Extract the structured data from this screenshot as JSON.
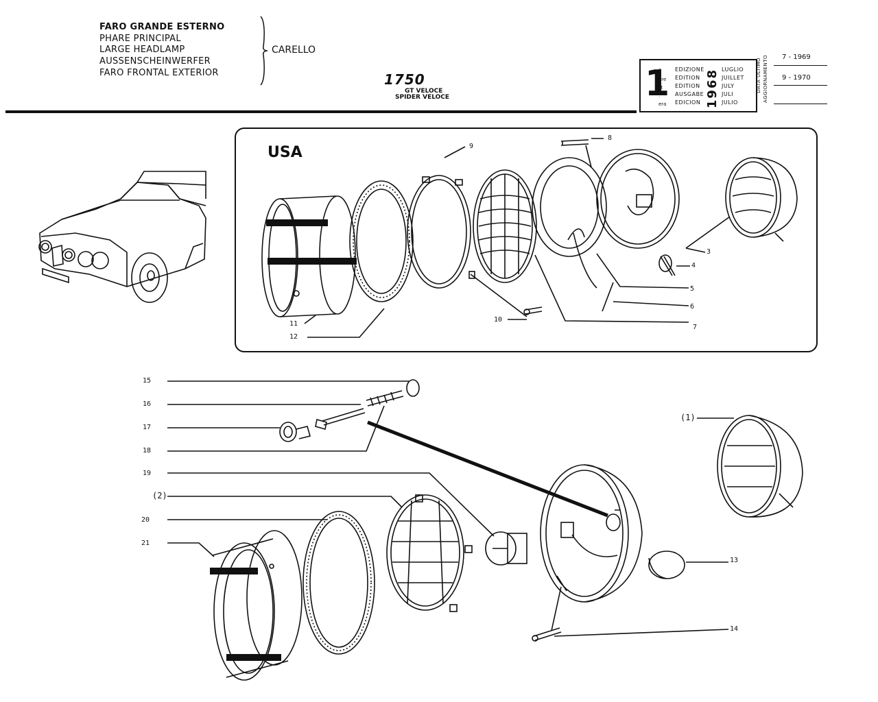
{
  "title_lines": [
    "FARO GRANDE ESTERNO",
    "PHARE PRINCIPAL",
    "LARGE HEADLAMP",
    "AUSSENSCHEINWERFER",
    "FARO FRONTAL EXTERIOR"
  ],
  "supplier": "CARELLO",
  "model": "1750",
  "model_sub": [
    "GT VELOCE",
    "SPIDER VELOCE"
  ],
  "edition": {
    "number": "1",
    "superscripts": [
      "o",
      "ere",
      "st",
      ".",
      "era"
    ],
    "words": [
      "EDIZIONE",
      "EDITION",
      "EDITION",
      "AUSGABE",
      "EDICION"
    ],
    "year": "1968",
    "months": [
      "LUGLIO",
      "JUILLET",
      "JULY",
      "JULI",
      "JULIO"
    ]
  },
  "update": {
    "label_1": "DATA ULTIMO",
    "label_2": "AGGIORNAMENTO",
    "dates": [
      "7 - 1969",
      "9 - 1970",
      ""
    ]
  },
  "usa_label": "USA",
  "callouts_usa": [
    "8",
    "9",
    "3",
    "4",
    "5",
    "6",
    "7",
    "10",
    "11",
    "12"
  ],
  "callouts_main": [
    "15",
    "16",
    "17",
    "18",
    "19",
    "(2)",
    "20",
    "21",
    "(1)",
    "13",
    "14"
  ]
}
